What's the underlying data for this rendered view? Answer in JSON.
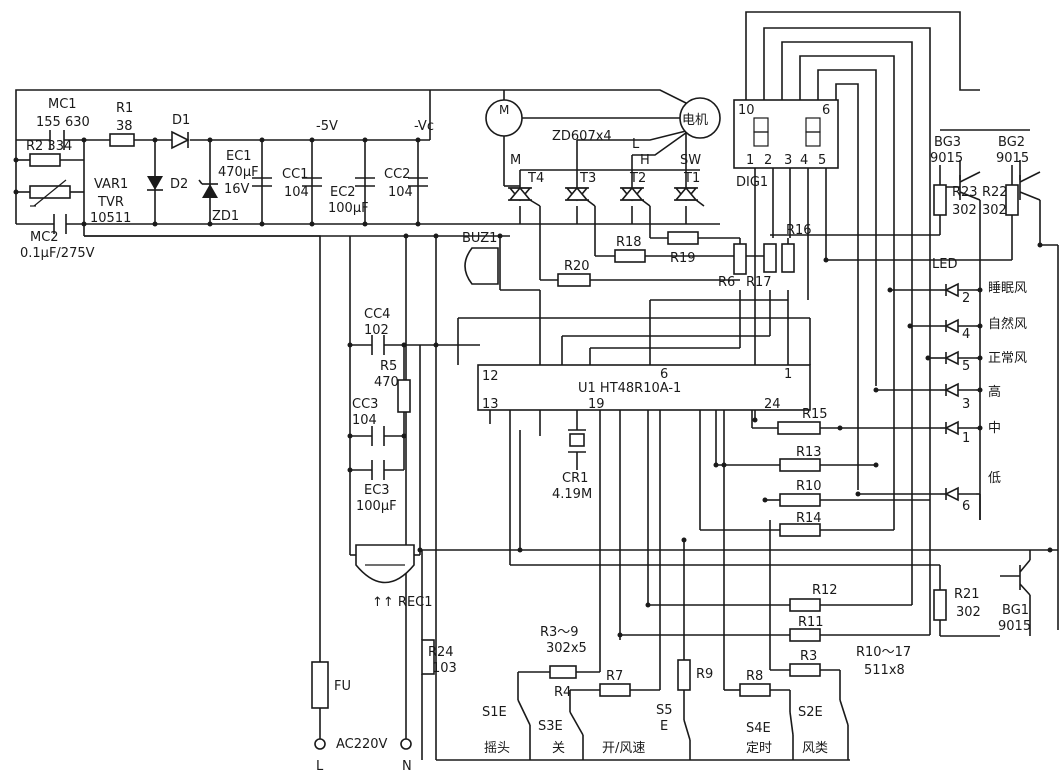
{
  "labels": {
    "mc1": "MC1",
    "mc1_val": "155  630",
    "r1": "R1",
    "r1_val": "38",
    "d1": "D1",
    "d2": "D2",
    "r2": "R2  334",
    "var1": "VAR1",
    "tvr": "TVR",
    "tvr_val": "10511",
    "mc2": "MC2",
    "mc2_val": "0.1μF/275V",
    "ec1": "EC1",
    "ec1_cap": "470μF",
    "ec1_v": "16V",
    "zd1": "ZD1",
    "cc1": "CC1",
    "cc1_val": "104",
    "ec2": "EC2",
    "ec2_val": "100μF",
    "cc2": "CC2",
    "cc2_val": "104",
    "neg5v": "-5V",
    "negvc": "-Vc",
    "motor_m": "M",
    "zd607": "ZD607x4",
    "dianji": "电机",
    "l": "L",
    "h": "H",
    "sw": "SW",
    "m": "M",
    "t1": "T1",
    "t2": "T2",
    "t3": "T3",
    "t4": "T4",
    "buz1": "BUZ1",
    "r18": "R18",
    "r19": "R19",
    "r20": "R20",
    "r6": "R6",
    "r16": "R16",
    "r17": "R17",
    "dig1": "DIG1",
    "dig_10": "10",
    "dig_6": "6",
    "dig_1": "1",
    "dig_2": "2",
    "dig_3": "3",
    "dig_4": "4",
    "dig_5": "5",
    "bg3": "BG3",
    "bg3_val": "9015",
    "bg2": "BG2",
    "bg2_val": "9015",
    "r23": "R23",
    "r23_val": "302",
    "r22": "R22",
    "r22_val": "302",
    "led": "LED",
    "led_sleep": "睡眠风",
    "led_natural": "自然风",
    "led_normal": "正常风",
    "led_high": "高",
    "led_mid": "中",
    "led_low": "低",
    "led_n2": "2",
    "led_n4": "4",
    "led_n5": "5",
    "led_n3": "3",
    "led_n1": "1",
    "led_n6": "6",
    "cc4": "CC4",
    "cc4_val": "102",
    "r5": "R5",
    "r5_val": "470",
    "cc3": "CC3",
    "cc3_val": "104",
    "ec3": "EC3",
    "ec3_val": "100μF",
    "u1": "U1  HT48R10A-1",
    "pin12": "12",
    "pin13": "13",
    "pin19": "19",
    "pin6": "6",
    "pin1": "1",
    "pin24": "24",
    "cr1": "CR1",
    "cr1_val": "4.19M",
    "r15": "R15",
    "r13": "R13",
    "r10": "R10",
    "r14": "R14",
    "r12": "R12",
    "r11": "R11",
    "r3": "R3",
    "r21": "R21",
    "r21_val": "302",
    "bg1": "BG1",
    "bg1_val": "9015",
    "rec1": "↑↑ REC1",
    "r3_9": "R3～9",
    "r3_9_val": "302x5",
    "r4": "R4",
    "r7": "R7",
    "r8": "R8",
    "r9": "R9",
    "r24": "R24",
    "r24_val": "103",
    "r10_17": "R10～17",
    "r10_17_val": "511x8",
    "fu": "FU",
    "ac": "AC220V",
    "lterm": "L",
    "nterm": "N",
    "s1e": "S1E",
    "s3e": "S3E",
    "s5": "S5",
    "s5e": "E",
    "s4e": "S4E",
    "s2e": "S2E",
    "yaotou": "摇头",
    "guan": "关",
    "kai": "开/风速",
    "dingshi": "定时",
    "fenglei": "风类"
  }
}
